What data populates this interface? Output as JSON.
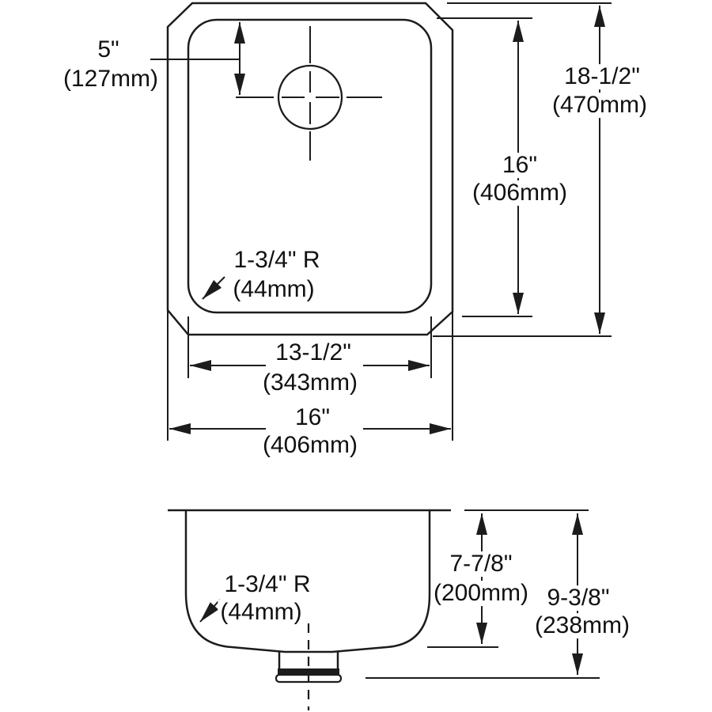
{
  "drawing_colors": {
    "line": "#1c1c1c",
    "background": "#ffffff"
  },
  "top_view": {
    "faucet_offset": {
      "inches": "5\"",
      "mm": "(127mm)"
    },
    "overall_front_to_back": {
      "inches": "18-1/2\"",
      "mm": "(470mm)"
    },
    "bowl_front_to_back": {
      "inches": "16\"",
      "mm": "(406mm)"
    },
    "bowl_corner_radius": {
      "inches": "1-3/4\" R",
      "mm": "(44mm)"
    },
    "bowl_width": {
      "inches": "13-1/2\"",
      "mm": "(343mm)"
    },
    "overall_width": {
      "inches": "16\"",
      "mm": "(406mm)"
    }
  },
  "side_view": {
    "bottom_corner_radius": {
      "inches": "1-3/4\" R",
      "mm": "(44mm)"
    },
    "bowl_depth": {
      "inches": "7-7/8\"",
      "mm": "(200mm)"
    },
    "overall_depth": {
      "inches": "9-3/8\"",
      "mm": "(238mm)"
    }
  }
}
